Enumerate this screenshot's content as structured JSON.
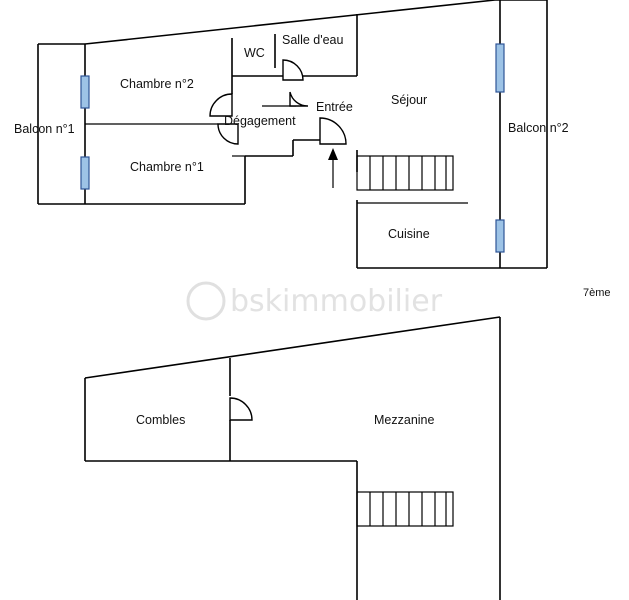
{
  "upper_floor": {
    "rooms": {
      "balcon_1": "Balcon n°1",
      "chambre_2": "Chambre n°2",
      "wc": "WC",
      "salle_deau": "Salle d'eau",
      "degagement": "Dégagement",
      "entree": "Entrée",
      "sejour": "Séjour",
      "balcon_2": "Balcon n°2",
      "chambre_1": "Chambre n°1",
      "cuisine": "Cuisine"
    },
    "floor_label": "7ème"
  },
  "lower_floor": {
    "rooms": {
      "combles": "Combles",
      "mezzanine": "Mezzanine"
    }
  },
  "watermark": "bskimmobilier",
  "colors": {
    "wall": "#000000",
    "window_fill": "#9dc3e6",
    "window_stroke": "#2f5597"
  }
}
